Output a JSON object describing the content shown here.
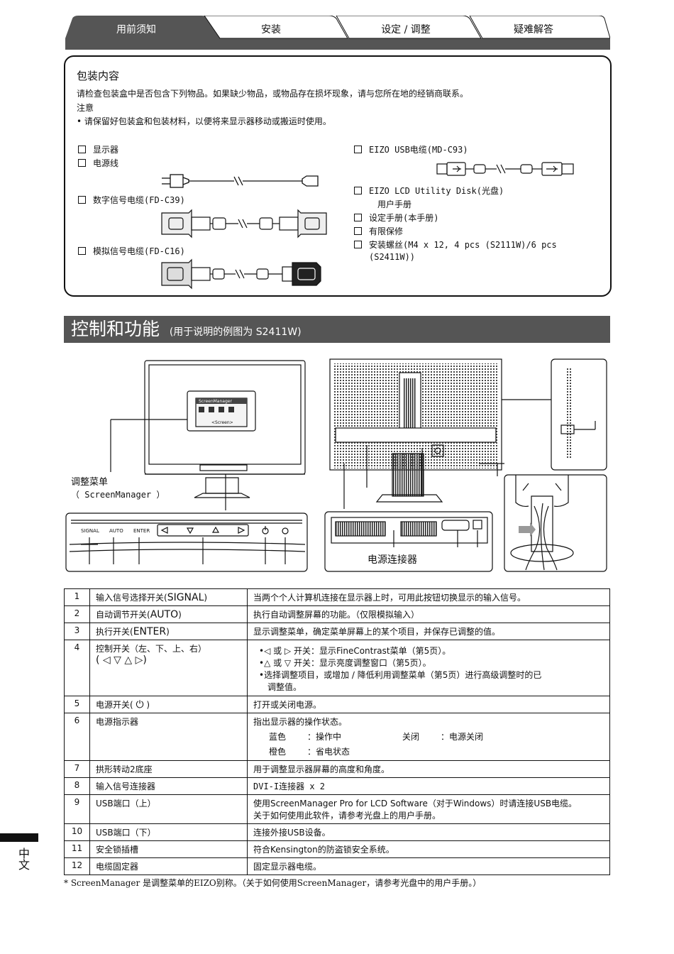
{
  "tabs": [
    {
      "label": "用前须知",
      "active": true
    },
    {
      "label": "安装",
      "active": false
    },
    {
      "label": "设定 / 调整",
      "active": false
    },
    {
      "label": "疑难解答",
      "active": false
    }
  ],
  "package": {
    "title": "包装内容",
    "intro": "请检查包装盒中是否包含下列物品。如果缺少物品，或物品存在损坏现象，请与您所在地的经销商联系。",
    "note_heading": "注意",
    "note": "• 请保留好包装盒和包装材料，以便将来显示器移动或搬运时使用。",
    "items_left": [
      "显示器",
      "电源线",
      "数字信号电缆(FD-C39)",
      "模拟信号电缆(FD-C16)"
    ],
    "items_right": [
      "EIZO USB电缆(MD-C93)",
      "EIZO LCD Utility Disk(光盘)",
      "用户手册",
      "设定手册(本手册)",
      "有限保修",
      "安装螺丝(M4 x 12, 4 pcs (S2111W)/6 pcs",
      "(S2411W))"
    ]
  },
  "section": {
    "title": "控制和功能",
    "subtitle": "(用于说明的例图为 S2411W)"
  },
  "diagram": {
    "menu_label": "调整菜单",
    "menu_sub": "（ ScreenManager ）",
    "osd_title": "ScreenManager",
    "osd_item": "<Screen>",
    "power_connector": "电源连接器",
    "panel_buttons": [
      "SIGNAL",
      "AUTO",
      "ENTER"
    ]
  },
  "table": [
    {
      "num": "1",
      "name": "输入信号选择开关(",
      "key": "SIGNAL",
      "name_end": ")",
      "desc": "当两个个人计算机连接在显示器上时，可用此按钮切换显示的输入信号。"
    },
    {
      "num": "2",
      "name": "自动调节开关(",
      "key": "AUTO",
      "name_end": ")",
      "desc": "执行自动调整屏幕的功能。（仅限模拟输入）"
    },
    {
      "num": "3",
      "name": "执行开关(",
      "key": "ENTER",
      "name_end": ")",
      "desc": "显示调整菜单，确定菜单屏幕上的某个项目，并保存已调整的值。"
    },
    {
      "num": "4",
      "name": "控制开关（左、下、上、右）",
      "key": "( ◁ ▽ △ ▷)",
      "name_end": "",
      "desc_lines": [
        "•◁ 或 ▷ 开关：显示FineContrast菜单（第5页）。",
        "•△ 或 ▽ 开关：显示亮度调整窗口（第5页）。",
        "•选择调整项目，或增加 / 降低利用调整菜单（第5页）进行高级调整时的已",
        "调整值。"
      ]
    },
    {
      "num": "5",
      "name": "电源开关(",
      "key": "⏻",
      "name_end": ")",
      "desc": "打开或关闭电源。"
    },
    {
      "num": "6",
      "name": "电源指示器",
      "key": "",
      "name_end": "",
      "desc": "指出显示器的操作状态。",
      "states": [
        {
          "color": "蓝色",
          "state": "：操作中",
          "color2": "关闭",
          "state2": "：电源关闭"
        },
        {
          "color": "橙色",
          "state": "：省电状态",
          "color2": "",
          "state2": ""
        }
      ]
    },
    {
      "num": "7",
      "name": "拱形转动2底座",
      "key": "",
      "name_end": "",
      "desc": "用于调整显示器屏幕的高度和角度。"
    },
    {
      "num": "8",
      "name": "输入信号连接器",
      "key": "",
      "name_end": "",
      "desc": "DVI-I连接器 x 2"
    },
    {
      "num": "9",
      "name": "USB端口（上）",
      "key": "",
      "name_end": "",
      "desc_lines": [
        "使用ScreenManager Pro for LCD Software（对于Windows）时请连接USB电缆。",
        "关于如何使用此软件，请参考光盘上的用户手册。"
      ]
    },
    {
      "num": "10",
      "name": "USB端口（下）",
      "key": "",
      "name_end": "",
      "desc": "连接外接USB设备。"
    },
    {
      "num": "11",
      "name": "安全锁插槽",
      "key": "",
      "name_end": "",
      "desc": "符合Kensington的防盗锁安全系统。"
    },
    {
      "num": "12",
      "name": "电缆固定器",
      "key": "",
      "name_end": "",
      "desc": "固定显示器电缆。"
    }
  ],
  "footnote": "* ScreenManager  是调整菜单的EIZO别称。（关于如何使用ScreenManager，请参考光盘中的用户手册。）",
  "language": "中文",
  "colors": {
    "tab_active": "#555555",
    "section_bar": "#555555",
    "ink": "#111111"
  }
}
